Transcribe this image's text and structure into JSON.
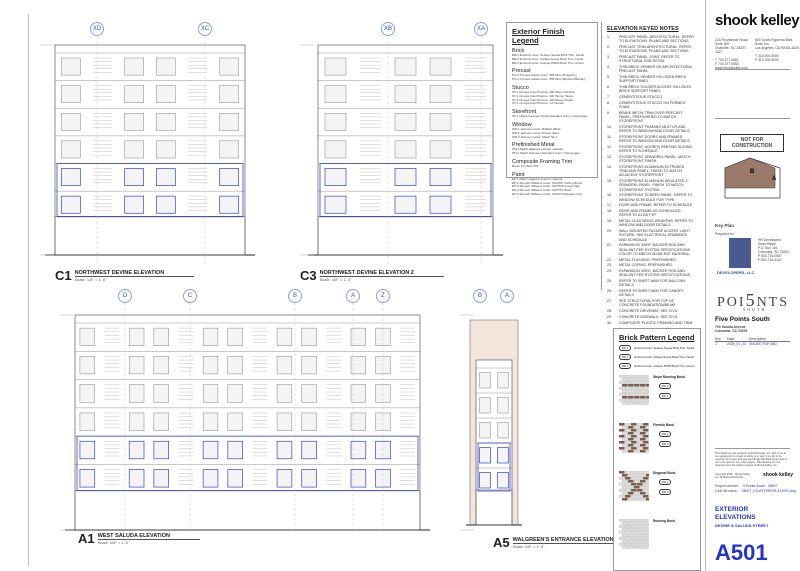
{
  "elevations": {
    "c1": {
      "num": "C1",
      "name": "NORTHWEST DEVINE ELEVATION",
      "scale": "Scale: 1/8\" = 1'-0\"",
      "grids": [
        "XD",
        "XC"
      ]
    },
    "c3": {
      "num": "C3",
      "name": "NORTHWEST DEVINE ELEVATION 2",
      "scale": "Scale: 1/8\" = 1'-0\"",
      "grids": [
        "XB",
        "XA"
      ]
    },
    "a1": {
      "num": "A1",
      "name": "WEST SALUDA ELEVATION",
      "scale": "Scale: 1/8\" = 1'-0\"",
      "grids": [
        "D",
        "C",
        "B",
        "A",
        "Z"
      ]
    },
    "a5": {
      "num": "A5",
      "name": "WALGREEN'S ENTRANCE ELEVATION",
      "scale": "Scale: 1/8\" = 1'-0\"",
      "grids": [
        "B",
        "A"
      ]
    }
  },
  "finish_legend": {
    "title": "Exterior Finish Legend",
    "groups": [
      {
        "name": "Brick",
        "items": [
          "BR-1 Endicott Color: Sebane Suede Brick Thin, Facial",
          "BR-2 Endicott Color: Sahara Suede Brick Thin, Facial",
          "BR-3 Endicott Color: Antique #5050 Brick Thin, Accent"
        ]
      },
      {
        "name": "Precast",
        "items": [
          "PC-1 Precast Hollow Color: 555 Misc (Ridgeline)",
          "PC-2 Precast Hollow Color: 555 Misc (Bamford Bantay)"
        ]
      },
      {
        "name": "Stucco",
        "items": [
          "ST-1 Omega Color/Texture: 400 Warm Sandow",
          "ST-2 Omega Color/Texture: 400 Tanner Taupe",
          "ST-3 Omega Color/Texture: 400 Desert Roast",
          "ST-4 Omega Color/Texture: 14 Canvas"
        ]
      },
      {
        "name": "Storefront",
        "items": [
          "SF-1 Match Kawneer Nyrtal Standard Color: Champagne"
        ]
      },
      {
        "name": "Window",
        "items": [
          "WD-1 Jeld-wen Color: Brilliant White",
          "WD-2 Jeld-wen Color: Desert Sand",
          "WD-3 Jeld-wen Color: Match SF-1"
        ]
      },
      {
        "name": "Prefinished Metal",
        "items": [
          "PM-1 Match adjacent exterior material",
          "PM-2 Match Kawneer Standard Color: Champagne"
        ]
      },
      {
        "name": "Composite Framing Trim",
        "items": [
          "Boral/ TrimTech 3/4\""
        ]
      },
      {
        "name": "Paint",
        "items": [
          "EP-1 Match adjacent exterior material",
          "EP-2 Sherwin Williams Color: SW7007 Ceiling Bright",
          "EP-3 Sherwin Williams Color: SW7006 Greek Villa",
          "EP-4 Sherwin Williams Color: SW7757 Bead",
          "EP-5 Sherwin Williams Color: SW7015 Repose Gray"
        ]
      }
    ]
  },
  "keyed_notes": {
    "title": "ELEVATION KEYED NOTES",
    "items": [
      {
        "n": "1.",
        "t": "PRECAST PANEL-ARCHITECTURAL. REFER TO ELEVATIONS, PLANS AND SECTIONS"
      },
      {
        "n": "2.",
        "t": "PRECAST TRIM-ARCHITECTURAL. REFER TO ELEVATIONS, PLANS AND SECTIONS"
      },
      {
        "n": "3.",
        "t": "PRECAST PANEL JOINT. REFER TO STRUCTURAL FOR DETAIL"
      },
      {
        "n": "4.",
        "t": "THIN BRICK VENEER ON ARCHITECTURAL PRECAST PANEL"
      },
      {
        "n": "5.",
        "t": "THIN BRICK VENEER ON L/SIGN BRICK SUPPORT PANEL"
      },
      {
        "n": "6.",
        "t": "THIN BRICK SOLDIER ACCENT ON L/SIGN BRICK SUPPORT PANEL"
      },
      {
        "n": "7.",
        "t": "CEMENTITIOUS STUCCO"
      },
      {
        "n": "8.",
        "t": "CEMENTITIOUS STUCCO ON FORMED FOAM"
      },
      {
        "n": "9.",
        "t": "BRAKE METAL TRIM OVER PRECAST PANEL, PREFINISHED TO MATCH STOREFRONT"
      },
      {
        "n": "10.",
        "t": "STOREFRONT FRAMING MULTI-PLANE. REFER TO WINDOW AND DOOR DETAILS"
      },
      {
        "n": "11.",
        "t": "STOREFRONT DOORS AND FRAMES. REFER TO WINDOW AND DOOR DETAILS"
      },
      {
        "n": "12.",
        "t": "STOREFRONT DOOR(S) PARTING SLIDING. REFER TO SCHEDULE"
      },
      {
        "n": "13.",
        "t": "STOREFRONT SPANDREL PANEL. MATCH STOREFRONT FINISH"
      },
      {
        "n": "14.",
        "t": "STOREFRONT ALUMINUM EXTRUDED TRIM AND PANEL. FINISH TO MATCH ADJACENT STOREFRONT"
      },
      {
        "n": "15.",
        "t": "STOREFRONT ALUMINUM INSULATED 1\" SPANDREL PANEL. FINISH TO MATCH STOREFRONT SYSTEM"
      },
      {
        "n": "16.",
        "t": "STOREFRONT SCREEN PANEL. REFER TO WINDOW SCHEDULE FOR TYPE"
      },
      {
        "n": "17.",
        "t": "DOOR AND FRAME. REFER TO SCHEDULE"
      },
      {
        "n": "18.",
        "t": "DOOR AND FRAME AS SCHEDULED. REFER TO A1-B5 TYP."
      },
      {
        "n": "19.",
        "t": "METAL CLAD WOOD WINDOWS. REFER TO WINDOW AND DOOR DETAILS"
      },
      {
        "n": "20.",
        "t": "WALL MOUNTED FACADE ACCENT LIGHT FIXTURE. SEE ELECTRICAL DRAWINGS AND SCHEDULE"
      },
      {
        "n": "21.",
        "t": "EXPANSION JOINT, BACKER ROD AND SEALANT PER SYSTEM SPECIFICATIONS. COLOR TO MATCH ADJACENT MATERIAL"
      },
      {
        "n": "22.",
        "t": "METAL FLASHING, PREFINISHED"
      },
      {
        "n": "23.",
        "t": "METAL COPING, PREFINISHED"
      },
      {
        "n": "24.",
        "t": "EXPANSION JOINT, BACKER ROD AND SEALANT PER SYSTEM SPECIFICATIONS"
      },
      {
        "n": "25.",
        "t": "REFER TO SHEET A600 FOR BALCONY DETAILS"
      },
      {
        "n": "26.",
        "t": "REFER TO SHEET A600 FOR CANOPY DETAILS"
      },
      {
        "n": "27.",
        "t": "SEE STRUCTURAL FOR TOP OF CONCRETE FOUNDATION/BEAM"
      },
      {
        "n": "28.",
        "t": "CONCRETE DRIVEWAY, SEE CIVIL"
      },
      {
        "n": "29.",
        "t": "CONCRETE SIDEWALK, SEE CIVIL"
      },
      {
        "n": "30.",
        "t": "COMPOSITE PLASTIC FRAMING AND TRIM"
      }
    ]
  },
  "brick_legend": {
    "title": "Brick Pattern Legend",
    "keys": [
      {
        "tag": "BR-1",
        "t": "Endicott Color: Sebane Suede Brick Thin, Facial"
      },
      {
        "tag": "BR-2",
        "t": "Endicott Color: Sahara Suede Brick Thin, Facial"
      },
      {
        "tag": "BR-3",
        "t": "Endicott Color: Antique #5050 Brick Thin, Accent"
      }
    ],
    "patterns": [
      {
        "name": "Stripe Running Bond",
        "tags": [
          "BR-2",
          "BR-1"
        ]
      },
      {
        "name": "Flemish Bond",
        "tags": [
          "BR-1",
          "BR-3"
        ]
      },
      {
        "name": "Diagonal Bond",
        "tags": [
          "BR-1",
          "BR-3"
        ]
      },
      {
        "name": "Running Bond",
        "tags": []
      }
    ]
  },
  "title_block": {
    "firm": "shook kelley",
    "office1": [
      "218 Providence Road",
      "Suite 300",
      "Charlotte, NC 28207-4327"
    ],
    "office2": [
      "800 South Figueroa Blvd.",
      "Suite 2xx",
      "Los Angeles, CA 90024-1625"
    ],
    "phones1": [
      "T 704.377.0661",
      "F 704.377.0953"
    ],
    "phones2": [
      "T 310.000.0000",
      "F 310.000.0000"
    ],
    "web": "www.shookkelley.com",
    "stamp": "NOT FOR CONSTRUCTION",
    "key_plan": "Key Plan",
    "key_plan_marks": [
      "B",
      "A"
    ],
    "prepared_for": "Prepared for:",
    "client": [
      "HR Developers",
      "Sean Ratpe",
      "P.O. Box 101",
      "Columbia, SC 29202",
      "P 803.716.0087",
      "F 803.744.4447"
    ],
    "client_logo": "DEVELOPERS, LLC",
    "project_logo": {
      "main": "POINTS",
      "five": "5",
      "sub": "SOUTH"
    },
    "project_name": "Five Points South",
    "project_address": [
      "700 Saluda Avenue",
      "Columbia, SC 29205"
    ],
    "rev_headers": [
      "Key",
      "Date",
      "Description"
    ],
    "revisions": [
      {
        "key": "1",
        "date": "2005_01_24",
        "desc": "ISSUED FOR MID"
      }
    ],
    "disclaimer": "This drawing is the property of Shook Kelley, Inc. and is not to be reproduced or copied in whole or in part. It is only to be used for the project and site specifically identified herein and is not to be used on any other project. This drawing is to be returned upon the written request of Shook Kelley, Inc.",
    "copyright": "Copyright 2005 - Shook Kelley, Inc. All Rights Reserved",
    "project_number_label": "Project number:",
    "project_number": "5 Points South - 08007",
    "cad_label": "CAD file name:",
    "cad_file": "08007_CD-EXTERIOR-ELEVS.dwg",
    "sheet_title": "EXTERIOR ELEVATIONS",
    "sheet_subtitle": "DEVINE & SALUDA STREET",
    "sheet_number": "A501"
  },
  "colors": {
    "accent": "#2233cc",
    "storefront": "#3344cc",
    "brick": "#7a5a45"
  }
}
